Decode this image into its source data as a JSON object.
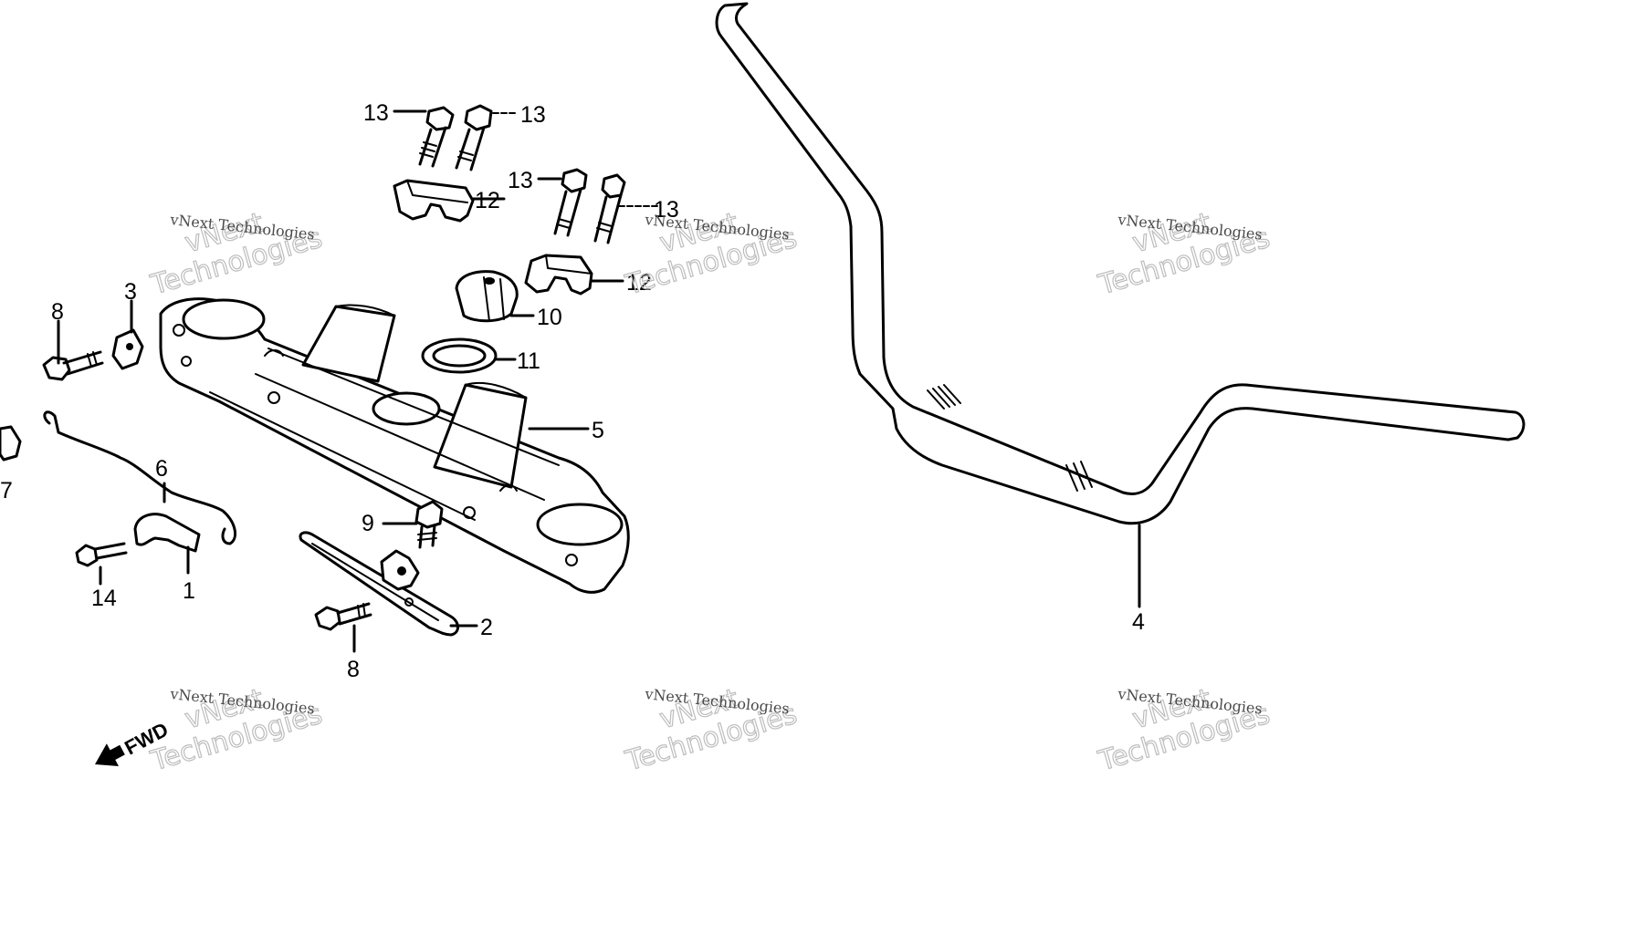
{
  "diagram": {
    "callouts": [
      "1",
      "2",
      "3",
      "4",
      "5",
      "6",
      "7",
      "8",
      "8",
      "9",
      "10",
      "11",
      "12",
      "12",
      "13",
      "13",
      "13",
      "13",
      "14"
    ],
    "direction_label": "FWD"
  },
  "watermark": {
    "line1": "vNext",
    "line2": "Technologies",
    "caption": "vNext Technologies"
  }
}
